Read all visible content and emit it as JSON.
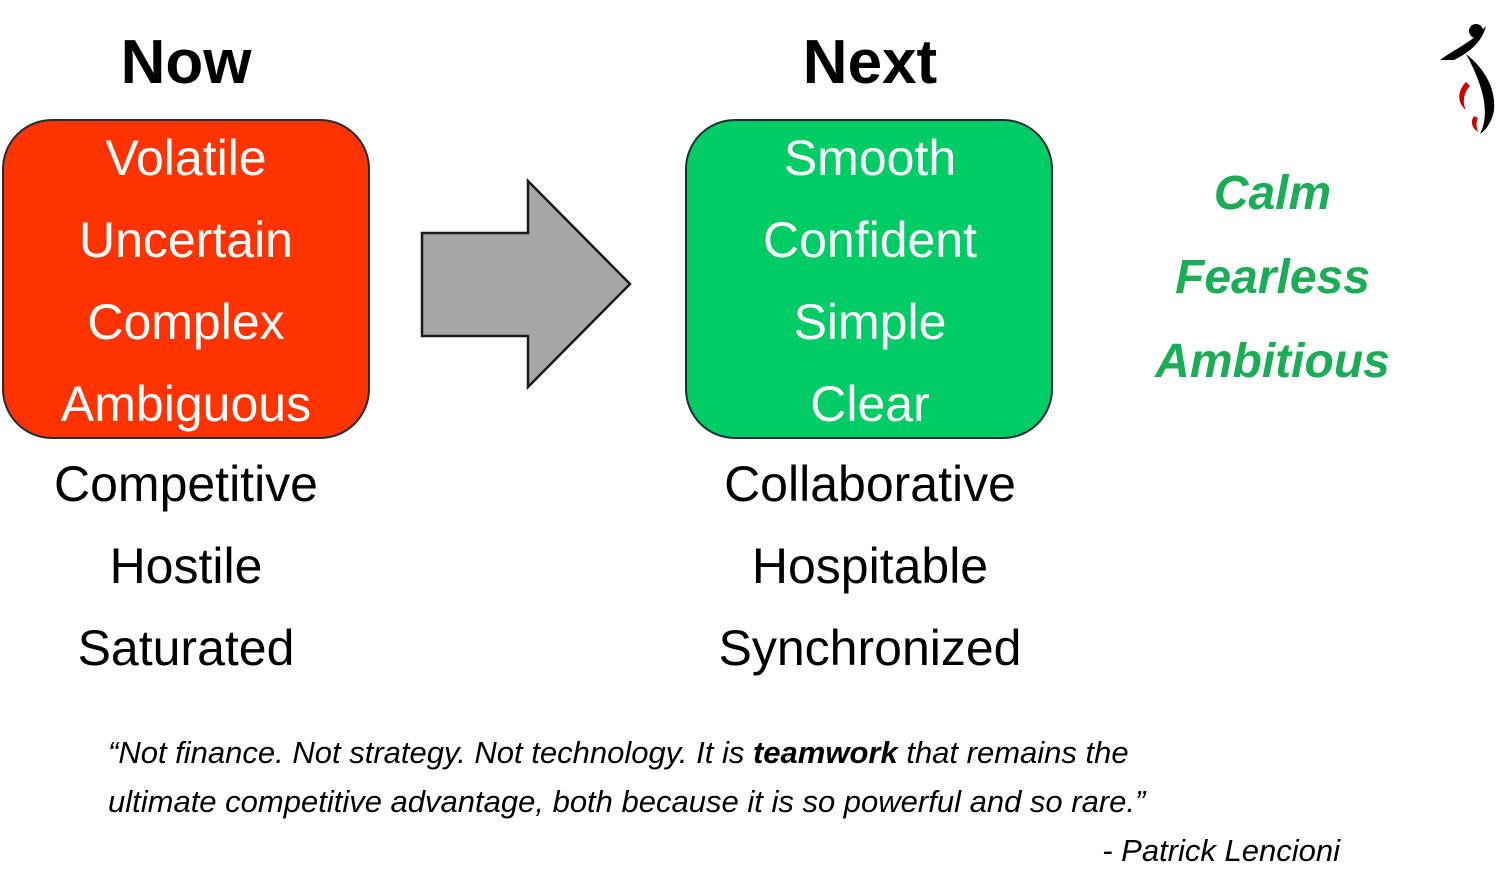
{
  "now": {
    "heading": "Now",
    "box_color": "#ff3300",
    "box_words": [
      "Volatile",
      "Uncertain",
      "Complex",
      "Ambiguous"
    ],
    "below_words": [
      "Competitive",
      "Hostile",
      "Saturated"
    ]
  },
  "next": {
    "heading": "Next",
    "box_color": "#00cc66",
    "box_words": [
      "Smooth",
      "Confident",
      "Simple",
      "Clear"
    ],
    "below_words": [
      "Collaborative",
      "Hospitable",
      "Synchronized"
    ]
  },
  "arrow": {
    "icon": "right-arrow-icon",
    "fill_color": "#a6a6a6"
  },
  "outcomes": {
    "color": "#1aad55",
    "words": [
      "Calm",
      "Fearless",
      "Ambitious"
    ]
  },
  "quote": {
    "line1_before": "“Not finance. Not strategy. Not technology. It is ",
    "line1_bold": "teamwork",
    "line1_after": " that remains the",
    "line2": "ultimate competitive advantage, both because it is so powerful and so rare.”",
    "attribution": "- Patrick Lencioni"
  },
  "logo": {
    "icon": "leaping-figure-logo-icon",
    "colors": [
      "#000000",
      "#cc0000"
    ]
  }
}
